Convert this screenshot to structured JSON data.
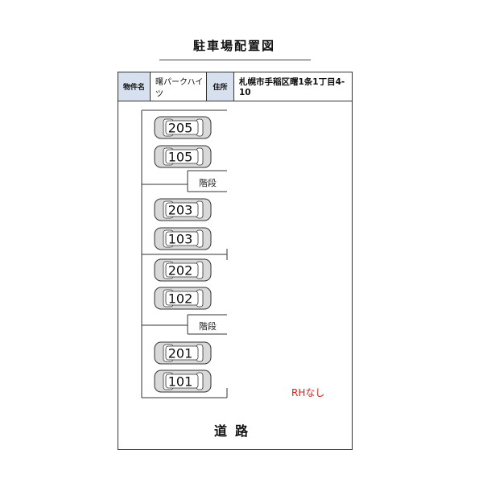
{
  "title": "駐車場配置図",
  "info": {
    "property_label": "物件名",
    "property_value": "曙パークハイツ",
    "address_label": "住所",
    "address_value": "札幌市手稲区曙1条1丁目4-10"
  },
  "spaces": [
    "205",
    "105",
    "203",
    "103",
    "202",
    "102",
    "201",
    "101"
  ],
  "stairs_label": "階段",
  "note": "RHなし",
  "road_label": "道路",
  "colors": {
    "label_bg": "#d6e0ef",
    "note": "#d21f1f",
    "car_fill": "#d9d9d9"
  }
}
